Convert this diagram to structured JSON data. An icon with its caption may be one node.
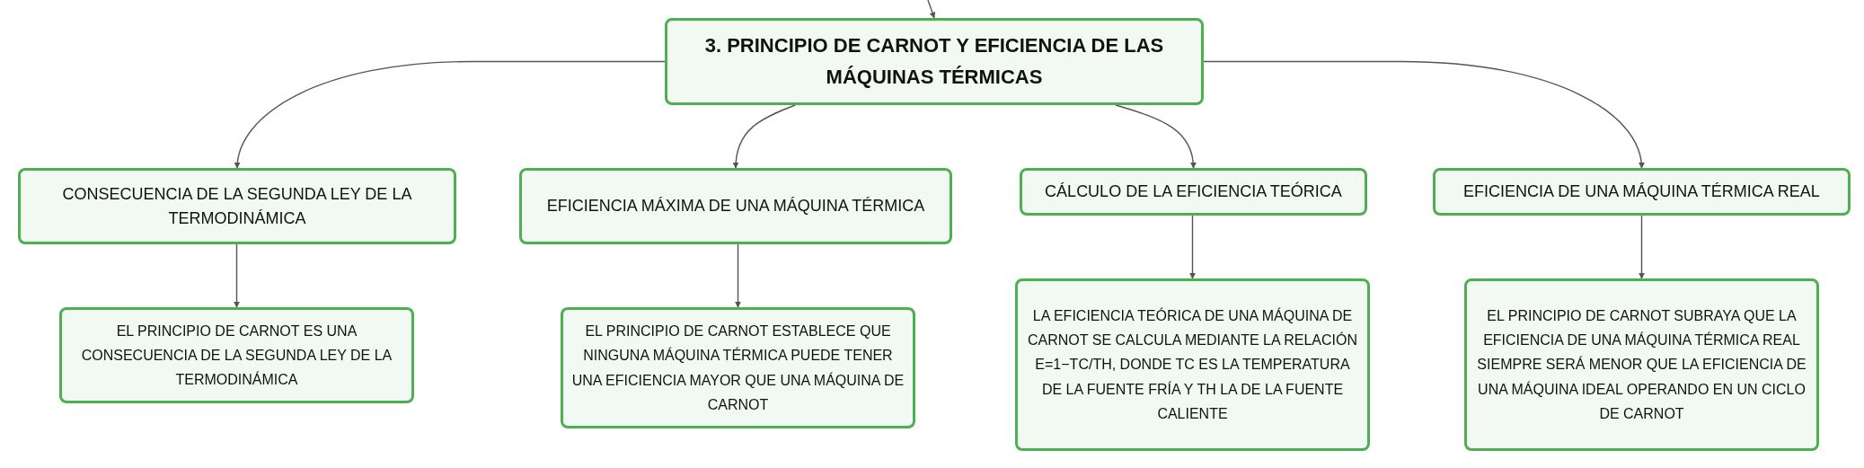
{
  "diagram": {
    "nodes": [
      {
        "text": [
          "3. PRINCIPIO DE CARNOT Y EFICIENCIA DE LAS MÁQUINAS TÉRMICAS"
        ]
      },
      {
        "text": [
          "CONSECUENCIA DE LA SEGUNDA LEY DE LA TERMODINÁMICA"
        ]
      },
      {
        "text": [
          "EFICIENCIA MÁXIMA DE UNA MÁQUINA TÉRMICA"
        ]
      },
      {
        "text": [
          "CÁLCULO DE LA EFICIENCIA TEÓRICA"
        ]
      },
      {
        "text": [
          "EFICIENCIA DE UNA MÁQUINA TÉRMICA REAL"
        ]
      },
      {
        "text": [
          "EL PRINCIPIO DE CARNOT ES UNA CONSECUENCIA DE LA SEGUNDA LEY DE LA TERMODINÁMICA"
        ]
      },
      {
        "text": [
          "EL PRINCIPIO DE CARNOT ESTABLECE QUE NINGUNA MÁQUINA TÉRMICA PUEDE TENER UNA EFICIENCIA MAYOR QUE UNA MÁQUINA DE CARNOT"
        ]
      },
      {
        "text": [
          "LA EFICIENCIA TEÓRICA DE UNA MÁQUINA DE CARNOT SE CALCULA MEDIANTE LA RELACIÓN E=1−TC/TH, DONDE TC ES LA TEMPERATURA DE LA FUENTE FRÍA Y TH LA DE LA FUENTE CALIENTE"
        ]
      },
      {
        "text": [
          "EL PRINCIPIO DE CARNOT SUBRAYA QUE LA EFICIENCIA DE UNA MÁQUINA TÉRMICA REAL SIEMPRE SERÁ MENOR QUE LA EFICIENCIA DE UNA MÁQUINA IDEAL OPERANDO EN UN CICLO DE CARNOT"
        ]
      }
    ],
    "edges": [
      {
        "from": null,
        "to": 0,
        "arrow": "to"
      },
      {
        "from": 0,
        "to": 1,
        "arrow": "to"
      },
      {
        "from": 0,
        "to": 2,
        "arrow": "to"
      },
      {
        "from": 0,
        "to": 3,
        "arrow": "to"
      },
      {
        "from": 0,
        "to": 4,
        "arrow": "to"
      },
      {
        "from": 1,
        "to": 5,
        "arrow": "to"
      },
      {
        "from": 2,
        "to": 6,
        "arrow": "to"
      },
      {
        "from": 3,
        "to": 7,
        "arrow": "to"
      },
      {
        "from": 4,
        "to": 8,
        "arrow": "to"
      }
    ]
  }
}
